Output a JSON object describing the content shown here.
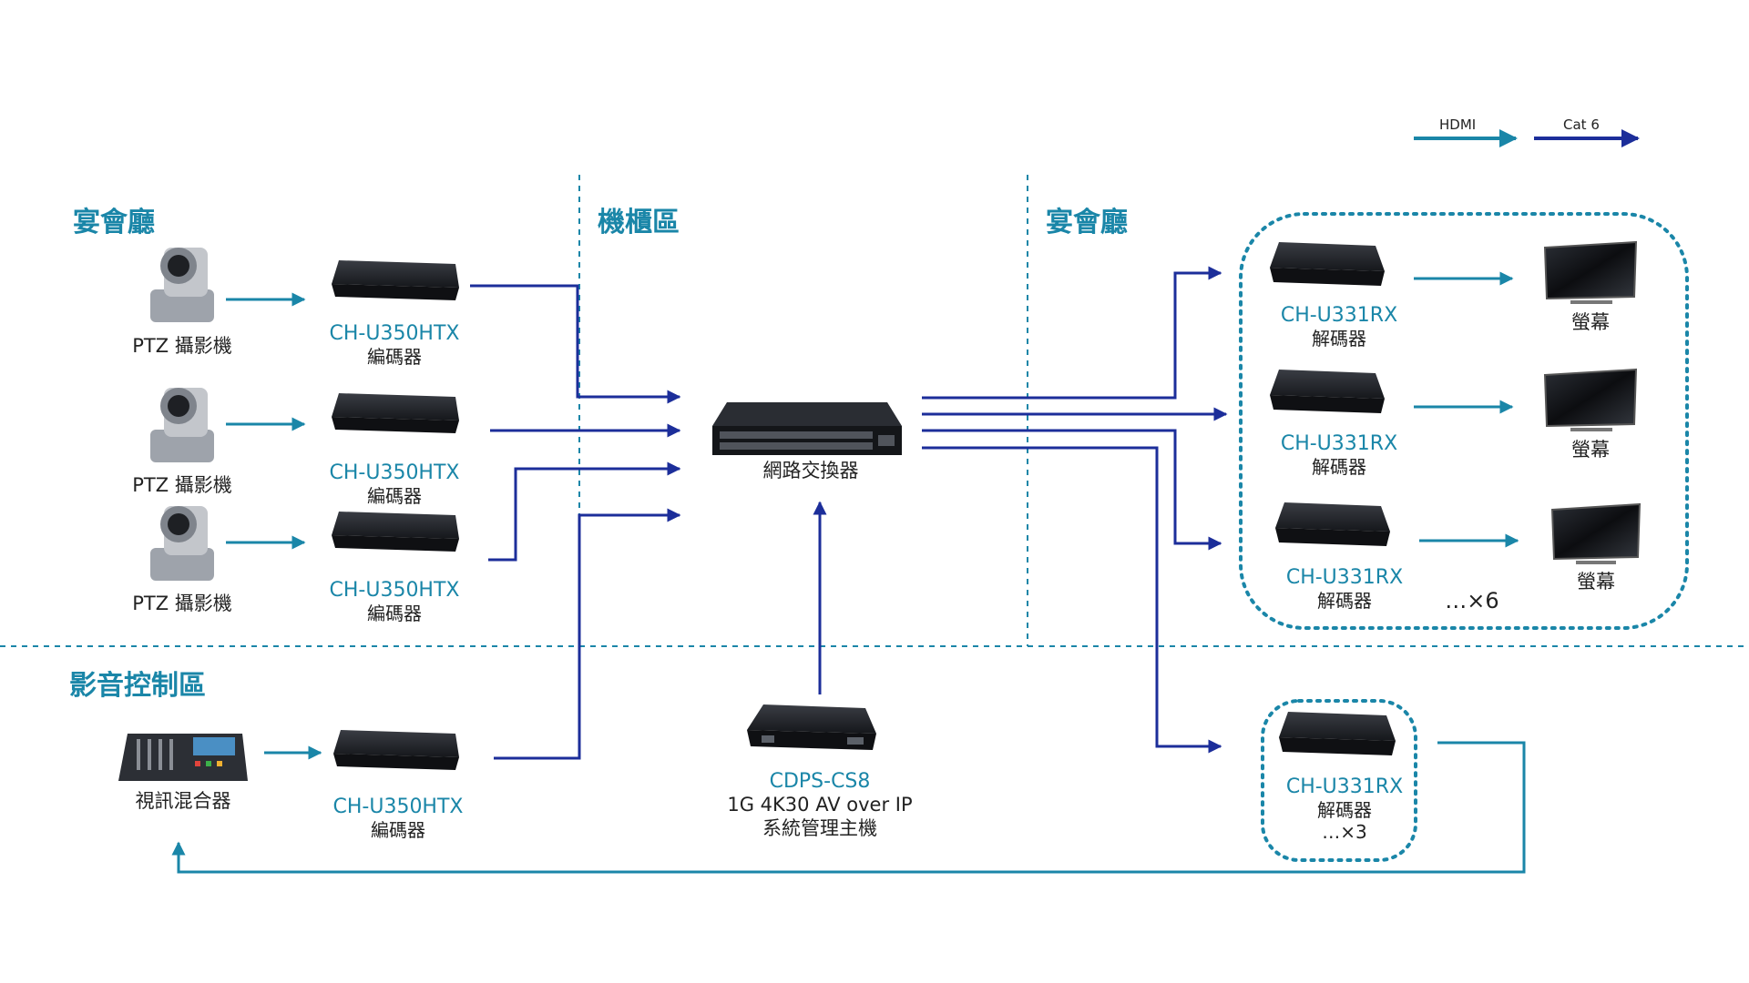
{
  "legend": {
    "hdmi": "HDMI",
    "cat6": "Cat 6"
  },
  "zones": {
    "banquet_left": "宴會廳",
    "rack": "機櫃區",
    "banquet_right": "宴會廳",
    "av_control": "影音控制區"
  },
  "cameras": [
    {
      "label": "PTZ 攝影機"
    },
    {
      "label": "PTZ 攝影機"
    },
    {
      "label": "PTZ 攝影機"
    }
  ],
  "mixer": {
    "label": "視訊混合器"
  },
  "encoders": [
    {
      "model": "CH-U350HTX",
      "role": "編碼器"
    },
    {
      "model": "CH-U350HTX",
      "role": "編碼器"
    },
    {
      "model": "CH-U350HTX",
      "role": "編碼器"
    },
    {
      "model": "CH-U350HTX",
      "role": "編碼器"
    }
  ],
  "switch": {
    "label": "網路交換器"
  },
  "manager": {
    "model": "CDPS-CS8",
    "line1": "1G 4K30 AV over IP",
    "line2": "系統管理主機"
  },
  "decoders": [
    {
      "model": "CH-U331RX",
      "role": "解碼器"
    },
    {
      "model": "CH-U331RX",
      "role": "解碼器"
    },
    {
      "model": "CH-U331RX",
      "role": "解碼器"
    },
    {
      "model": "CH-U331RX",
      "role": "解碼器"
    }
  ],
  "monitors": [
    {
      "label": "螢幕"
    },
    {
      "label": "螢幕"
    },
    {
      "label": "螢幕"
    }
  ],
  "multipliers": {
    "group_main": "…×6",
    "group_bottom": "…×3"
  },
  "colors": {
    "hdmi": "#1a86a8",
    "cat6": "#1c2e9a",
    "zone_text": "#1a86a8"
  }
}
